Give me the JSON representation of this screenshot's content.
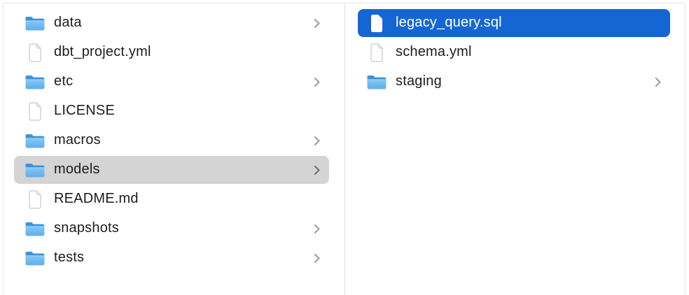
{
  "view": {
    "kind": "finder-column-view"
  },
  "colors": {
    "selection-blue": "#1566d3",
    "selection-gray": "#d4d4d4",
    "text": "#1d1d1f",
    "text-selected": "#ffffff",
    "chevron": "#98989d",
    "divider": "#dfdfdf",
    "edge": "#e4e4e4",
    "folder-blue": "#61aeea",
    "file-border": "#c9c9c9"
  },
  "columns": [
    {
      "name": "parent-column",
      "items": [
        {
          "label": "data",
          "type": "folder",
          "chevron": true,
          "selected": "none"
        },
        {
          "label": "dbt_project.yml",
          "type": "file",
          "chevron": false,
          "selected": "none"
        },
        {
          "label": "etc",
          "type": "folder",
          "chevron": true,
          "selected": "none"
        },
        {
          "label": "LICENSE",
          "type": "file",
          "chevron": false,
          "selected": "none"
        },
        {
          "label": "macros",
          "type": "folder",
          "chevron": true,
          "selected": "none"
        },
        {
          "label": "models",
          "type": "folder",
          "chevron": true,
          "selected": "secondary"
        },
        {
          "label": "README.md",
          "type": "file",
          "chevron": false,
          "selected": "none"
        },
        {
          "label": "snapshots",
          "type": "folder",
          "chevron": true,
          "selected": "none"
        },
        {
          "label": "tests",
          "type": "folder",
          "chevron": true,
          "selected": "none"
        }
      ]
    },
    {
      "name": "models-column",
      "items": [
        {
          "label": "legacy_query.sql",
          "type": "file",
          "chevron": false,
          "selected": "primary"
        },
        {
          "label": "schema.yml",
          "type": "file",
          "chevron": false,
          "selected": "none"
        },
        {
          "label": "staging",
          "type": "folder",
          "chevron": true,
          "selected": "none"
        }
      ]
    }
  ]
}
